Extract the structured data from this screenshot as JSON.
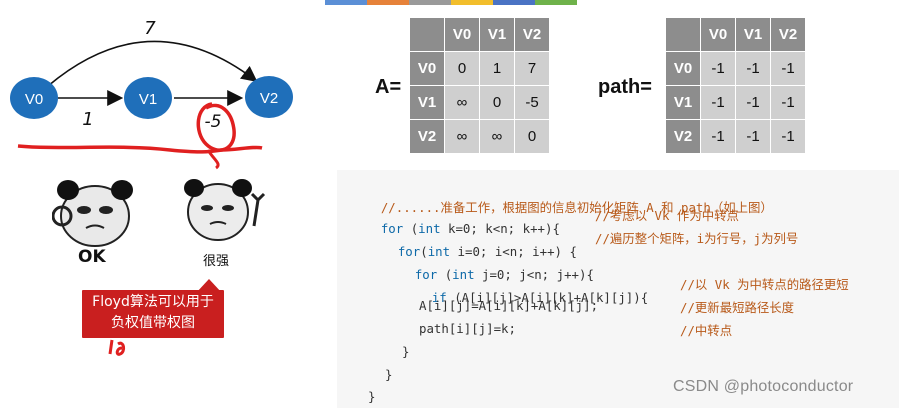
{
  "top_strip_colors": [
    "#5b8fd6",
    "#e6823a",
    "#9a9a9a",
    "#f2be2c",
    "#4a73c4",
    "#6fb24a"
  ],
  "graph": {
    "nodes": [
      "V0",
      "V1",
      "V2"
    ],
    "edges": [
      {
        "from": "V0",
        "to": "V2",
        "weight": "7"
      },
      {
        "from": "V0",
        "to": "V1",
        "weight": "1"
      },
      {
        "from": "V1",
        "to": "V2",
        "weight": "-5"
      }
    ],
    "node_color": "#1f6fba",
    "annotation_color": "#e02020"
  },
  "memes": [
    {
      "caption": "OK"
    },
    {
      "caption": "很强"
    }
  ],
  "callout": {
    "line1": "Floyd算法可以用于",
    "line2": "负权值带权图"
  },
  "matrix_A": {
    "label": "A=",
    "cols": [
      "V0",
      "V1",
      "V2"
    ],
    "rows": [
      {
        "head": "V0",
        "cells": [
          "0",
          "1",
          "7"
        ]
      },
      {
        "head": "V1",
        "cells": [
          "∞",
          "0",
          "-5"
        ]
      },
      {
        "head": "V2",
        "cells": [
          "∞",
          "∞",
          "0"
        ]
      }
    ]
  },
  "matrix_path": {
    "label": "path=",
    "cols": [
      "V0",
      "V1",
      "V2"
    ],
    "rows": [
      {
        "head": "V0",
        "cells": [
          "-1",
          "-1",
          "-1"
        ]
      },
      {
        "head": "V1",
        "cells": [
          "-1",
          "-1",
          "-1"
        ]
      },
      {
        "head": "V2",
        "cells": [
          "-1",
          "-1",
          "-1"
        ]
      }
    ]
  },
  "code": {
    "l1": "//......准备工作，根据图的信息初始化矩阵 A 和 path（如上图）",
    "l2_kw1": "for",
    "l2_a": " (",
    "l2_kw2": "int",
    "l2_b": " k=0; k<n; k++){",
    "l2_cm": "//考虑以 Vk 作为中转点",
    "l3_kw1": "for",
    "l3_a": "(",
    "l3_kw2": "int",
    "l3_b": " i=0; i<n; i++) {",
    "l3_cm": "//遍历整个矩阵，i为行号，j为列号",
    "l4_kw1": "for",
    "l4_a": " (",
    "l4_kw2": "int",
    "l4_b": " j=0; j<n; j++){",
    "l5_kw1": "if",
    "l5_b": " (A[i][j]>A[i][k]+A[k][j]){",
    "l5_cm": "//以 Vk 为中转点的路径更短",
    "l6_b": "A[i][j]=A[i][k]+A[k][j];",
    "l6_cm": "//更新最短路径长度",
    "l7_b": "path[i][j]=k;",
    "l7_cm": "//中转点",
    "l8": "}",
    "l9": "}",
    "l10": "}"
  },
  "watermark": "CSDN @photoconductor"
}
